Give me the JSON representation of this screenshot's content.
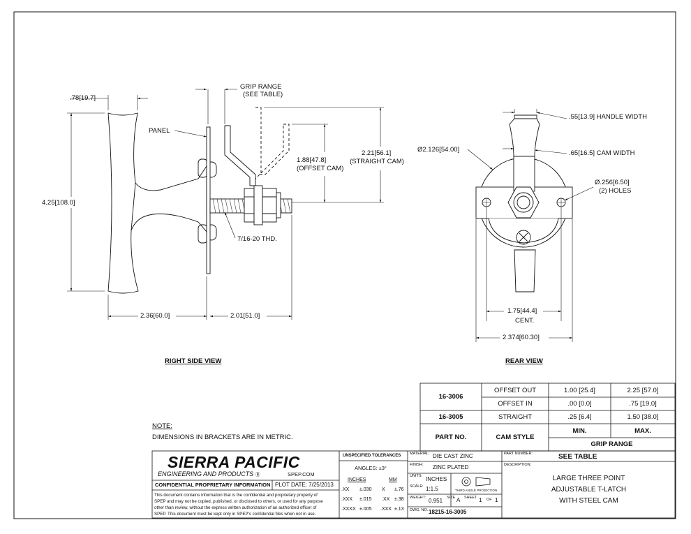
{
  "views": {
    "right_side_view": {
      "title": "RIGHT SIDE VIEW",
      "dims": {
        "top_width": ".78",
        "top_width_mm": "19.7",
        "height": "4.25",
        "height_mm": "108.0",
        "base_width": "2.36",
        "base_width_mm": "60.0",
        "stud_length": "2.01",
        "stud_length_mm": "51.0",
        "offset_cam": "1.88",
        "offset_cam_mm": "47.8",
        "offset_cam_label": "(OFFSET CAM)",
        "straight_cam": "2.21",
        "straight_cam_mm": "56.1",
        "straight_cam_label": "(STRAIGHT CAM)"
      },
      "labels": {
        "panel": "PANEL",
        "grip_range": "GRIP RANGE",
        "see_table": "(SEE TABLE)",
        "thread": "7/16-20 THD."
      }
    },
    "rear_view": {
      "title": "REAR VIEW",
      "dims": {
        "dia": "Ø2.126",
        "dia_mm": "54.00",
        "handle_width": ".55",
        "handle_width_mm": "13.9",
        "handle_width_label": "HANDLE WIDTH",
        "cam_width": ".65",
        "cam_width_mm": "16.5",
        "cam_width_label": "CAM WIDTH",
        "hole_dia": "Ø.256",
        "hole_dia_mm": "6.50",
        "holes_label": "(2) HOLES",
        "hole_cent": "1.75",
        "hole_cent_mm": "44.4",
        "cent_label": "CENT.",
        "overall": "2.374",
        "overall_mm": "60.30"
      }
    }
  },
  "note": {
    "heading": "NOTE:",
    "text": "DIMENSIONS IN BRACKETS ARE IN METRIC."
  },
  "grip_table": {
    "header_part": "PART NO.",
    "header_cam": "CAM STYLE",
    "header_min": "MIN.",
    "header_max": "MAX.",
    "header_grip": "GRIP RANGE",
    "rows": [
      {
        "part": "16-3006",
        "cam": "OFFSET OUT",
        "min": "1.00 [25.4]",
        "max": "2.25 [57.0]"
      },
      {
        "part": "",
        "cam": "OFFSET IN",
        "min": ".00 [0.0]",
        "max": ".75 [19.0]"
      },
      {
        "part": "16-3005",
        "cam": "STRAIGHT",
        "min": ".25 [6.4]",
        "max": "1.50 [38.0]"
      }
    ]
  },
  "title_block": {
    "company": "SIERRA PACIFIC",
    "company_sub": "ENGINEERING AND PRODUCTS",
    "website": "SPEP.COM",
    "confidential_heading": "CONFIDENTIAL PROPRIETARY INFORMATION",
    "plot_date_label": "PLOT DATE:",
    "plot_date": "7/25/2013",
    "confidential_lines": [
      "This document contains information that is the confidential and proprietary property of",
      "SPEP and may not be copied, published, or disclosed to others, or used for any purpose",
      "other than review, without the express written authorization of an authorized officer of",
      "SPEP. This document must be kept only in SPEP's confidential files when not in use."
    ],
    "tolerances_heading": "UNSPECIFIED TOLERANCES",
    "angles_label": "ANGLES:",
    "angles_value": "±3°",
    "inches_label": "INCHES",
    "mm_label": "MM",
    "tol_rows": [
      {
        "in_fmt": ".XX",
        "in_tol": "±.030",
        "mm_fmt": "X",
        "mm_tol": "±.76"
      },
      {
        "in_fmt": ".XXX",
        "in_tol": "±.015",
        "mm_fmt": ".XX",
        "mm_tol": "±.38"
      },
      {
        "in_fmt": ".XXXX",
        "in_tol": "±.005",
        "mm_fmt": ".XXX",
        "mm_tol": "±.13"
      }
    ],
    "material_label": "MATERIAL:",
    "material": "DIE CAST ZINC",
    "finish_label": "FINISH:",
    "finish": "ZINC PLATED",
    "units_label": "UNITS:",
    "units": "INCHES",
    "scale_label": "SCALE:",
    "scale": "1:1.5",
    "projection_label": "THIRD ANGLE PROJECTION",
    "weight_label": "WEIGHT:",
    "weight": "0.951",
    "size_label": "SIZE",
    "size": "A",
    "sheet_label": "SHEET",
    "sheet_no": "1",
    "sheet_of": "OF",
    "sheet_total": "1",
    "dwg_label": "DWG. NO.",
    "dwg_no": "18215-16-3005",
    "part_number_label": "PART NUMBER:",
    "part_number": "SEE TABLE",
    "description_label": "DESCRIPTION:",
    "description_lines": [
      "LARGE THREE POINT",
      "ADJUSTABLE T-LATCH",
      "WITH STEEL CAM"
    ]
  }
}
